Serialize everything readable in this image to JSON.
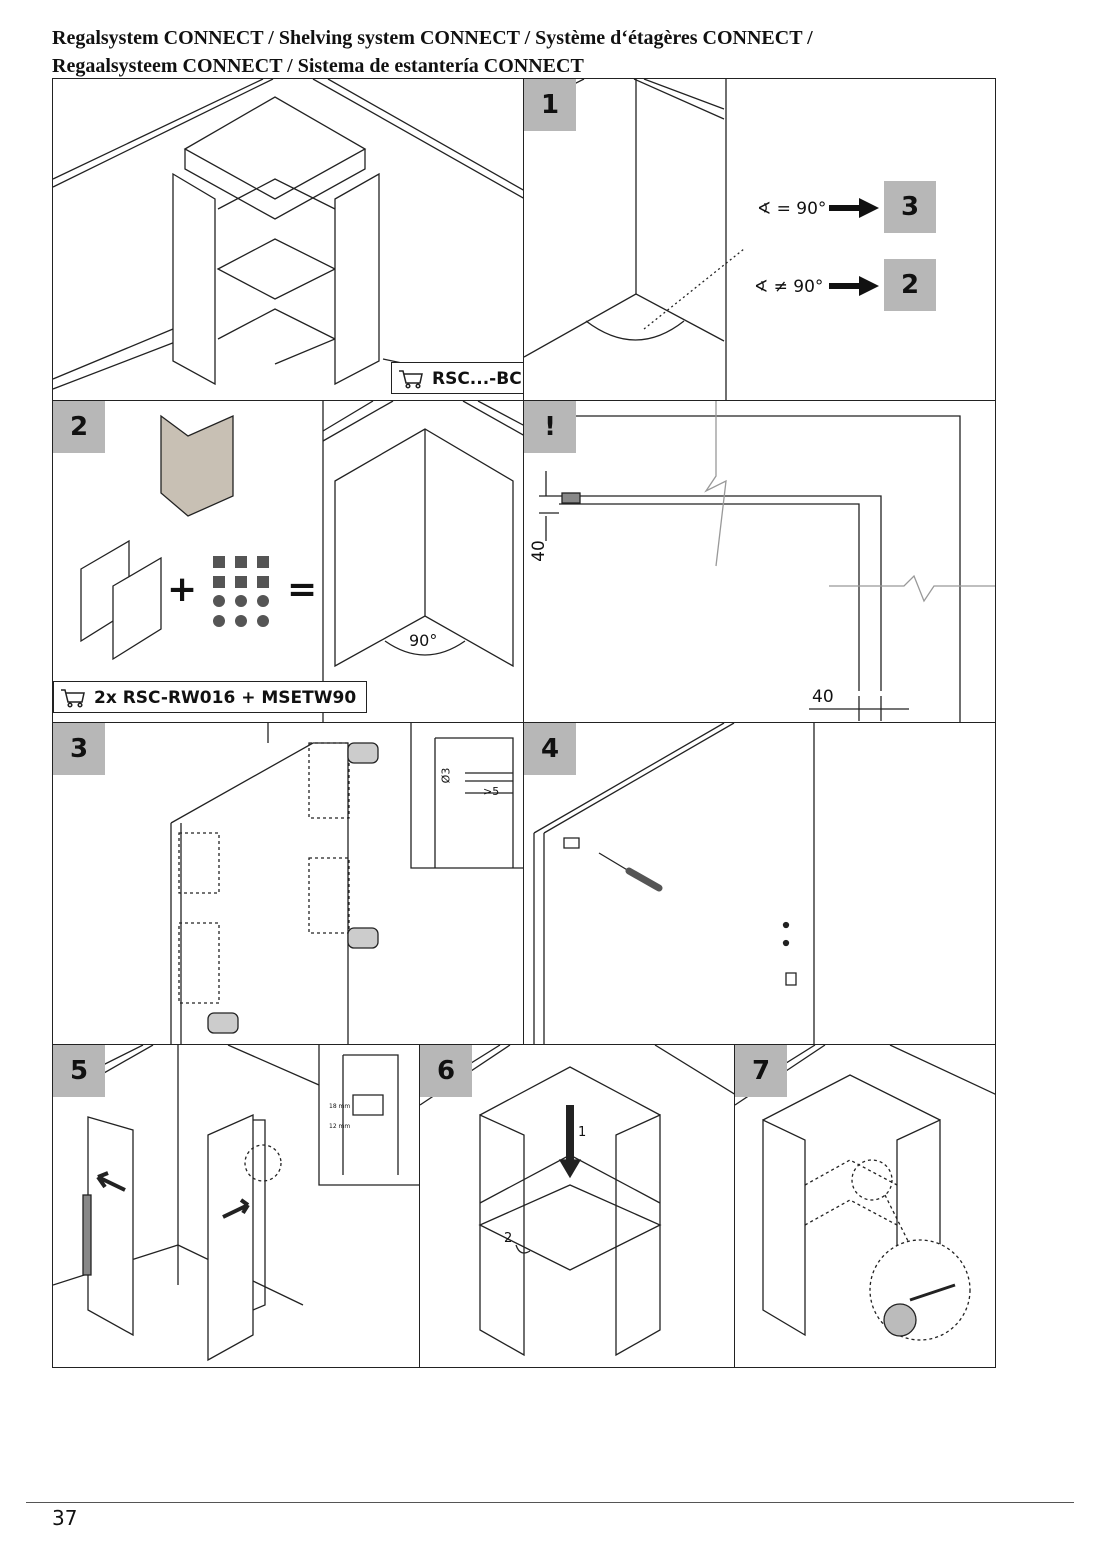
{
  "title": {
    "line1": "Regalsystem CONNECT / Shelving system CONNECT / Système d‘étagères CONNECT /",
    "line2": "Regaalsysteem CONNECT / Sistema de estantería CONNECT"
  },
  "overview": {
    "article_tag": "RSC...-BC"
  },
  "step1": {
    "number": "1",
    "cond_equal": "∢ = 90°",
    "cond_notequal": "∢ ≠ 90°",
    "target_equal": "3",
    "target_notequal": "2"
  },
  "step2": {
    "number": "2",
    "plus": "+",
    "equals": "=",
    "angle": "90°",
    "article_tag": "2x RSC-RW016 + MSETW90"
  },
  "note": {
    "number": "!",
    "dim_vertical": "40",
    "dim_horizontal": "40"
  },
  "step3": {
    "number": "3",
    "detail_diameter": "Ø3",
    "detail_depth": ">5"
  },
  "step4": {
    "number": "4"
  },
  "step5": {
    "number": "5",
    "detail_dim1": "18 mm",
    "detail_dim2": "12 mm"
  },
  "step6": {
    "number": "6",
    "label1": "1",
    "label2": "2"
  },
  "step7": {
    "number": "7"
  },
  "footer": {
    "page_number": "37"
  },
  "icons": [
    "cart-icon",
    "arrow-right-icon",
    "screwdriver-icon",
    "drill-icon",
    "angle-icon"
  ]
}
